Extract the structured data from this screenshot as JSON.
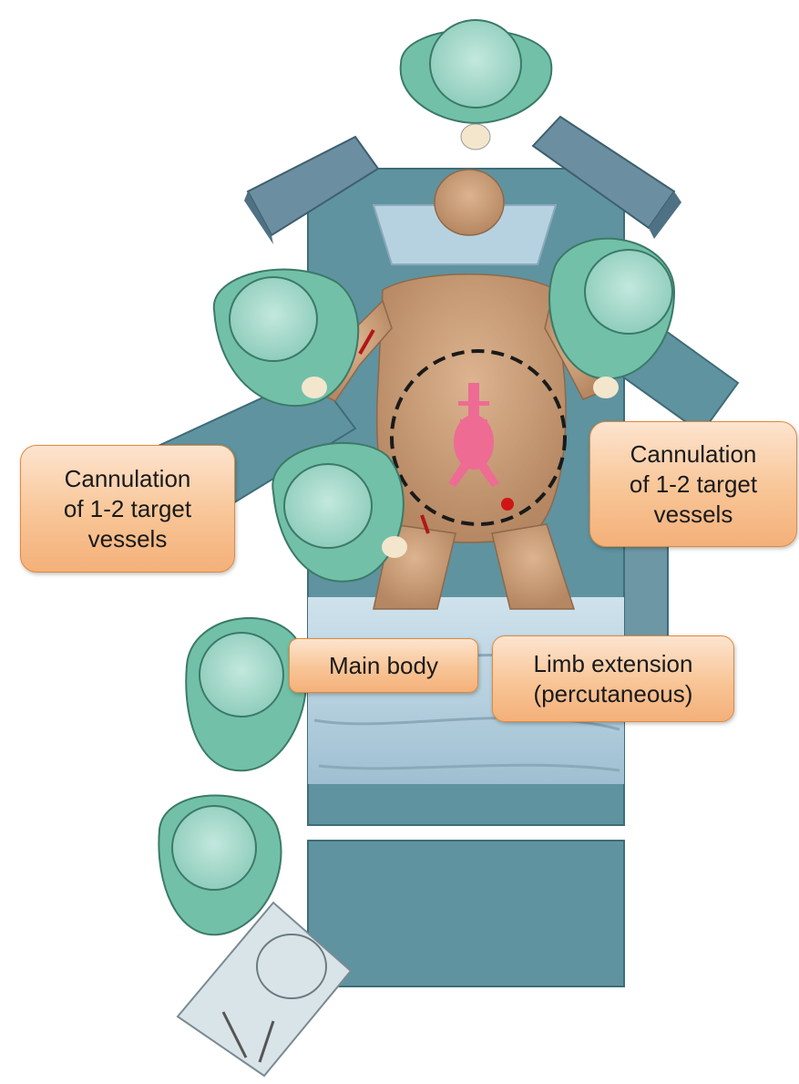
{
  "callouts": {
    "left_cannulation": "Cannulation\nof 1-2 target\nvessels",
    "right_cannulation": "Cannulation\nof 1-2 target\nvessels",
    "main_body": "Main body",
    "limb_extension": "Limb extension\n(percutaneous)"
  },
  "colors": {
    "table": "#5f93a0",
    "drape": "#b6d2e0",
    "gown": "#72c0a8",
    "cap": "#a6d9cc",
    "skin": "#c79b76",
    "aorta": "#ee6b94",
    "callout_fill": "#f8c596",
    "callout_border": "#e08a3c"
  }
}
